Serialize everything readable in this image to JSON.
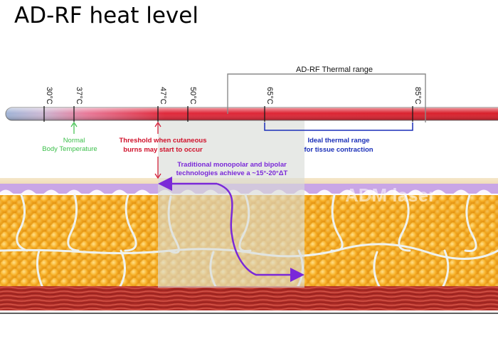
{
  "title": "AD-RF heat level",
  "thermometer": {
    "range_label": "AD-RF Thermal range",
    "ticks": [
      {
        "label": "30°C",
        "value": 30
      },
      {
        "label": "37°C",
        "value": 37
      },
      {
        "label": "47°C",
        "value": 47
      },
      {
        "label": "50°C",
        "value": 50
      },
      {
        "label": "65°C",
        "value": 65
      },
      {
        "label": "85°C",
        "value": 85
      }
    ]
  },
  "annotations": {
    "normal_line1": "Normal",
    "normal_line2": "Body Temperature",
    "threshold_line1": "Threshold when cutaneous",
    "threshold_line2": "burns may start to occur",
    "ideal_line1": "Ideal thermal range",
    "ideal_line2": "for tissue contraction",
    "traditional_line1": "Traditional monopolar and bipolar",
    "traditional_line2": "technologies achieve a ~15°-20°ΔT"
  },
  "watermark": "ADM laser",
  "colors": {
    "green": "#3bbf4a",
    "red": "#d0112b",
    "blue": "#1a2fb8",
    "purple": "#7a28d8",
    "tube": "#d81f2a",
    "fat": "#f5a623",
    "muscle": "#b2332b"
  }
}
